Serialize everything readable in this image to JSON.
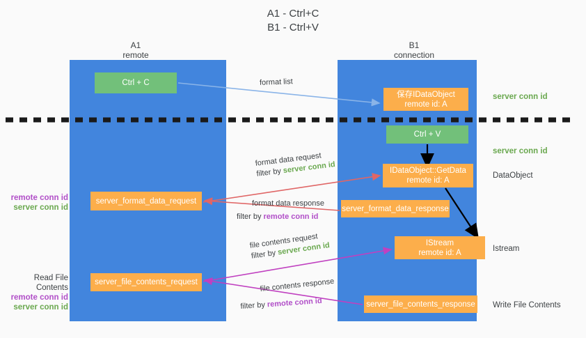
{
  "title": {
    "line1": "A1 - Ctrl+C",
    "line2": "B1 - Ctrl+V"
  },
  "columns": [
    {
      "name": "A1",
      "sub": "remote"
    },
    {
      "name": "B1",
      "sub": "connection"
    }
  ],
  "colors": {
    "lane": "#4285dd",
    "green_box": "#72c07a",
    "orange_box": "#fcae4b",
    "server_conn_id": "#6aa84f",
    "remote_conn_id": "#b14fc8",
    "arrow_light_blue": "#8ab4e8",
    "arrow_red": "#e06666",
    "arrow_magenta": "#c040c0",
    "arrow_black": "#000000",
    "background": "#fafafa",
    "text": "#3c4043"
  },
  "boxes": {
    "ctrl_c": {
      "label": "Ctrl + C",
      "color": "green"
    },
    "save_idataobject": {
      "line1": "保存IDataObject",
      "line2": "remote id: A",
      "color": "orange"
    },
    "ctrl_v": {
      "label": "Ctrl + V",
      "color": "green"
    },
    "getdata": {
      "line1": "IDataObject::GetData",
      "line2": "remote id: A",
      "color": "orange"
    },
    "server_format_data_request": {
      "label": "server_format_data_request",
      "color": "orange"
    },
    "server_format_data_response": {
      "label": "server_format_data_response",
      "color": "orange"
    },
    "istream": {
      "line1": "IStream",
      "line2": "remote id: A",
      "color": "orange"
    },
    "server_file_contents_request": {
      "label": "server_file_contents_request",
      "color": "orange"
    },
    "server_file_contents_response": {
      "label": "server_file_contents_response",
      "color": "orange"
    }
  },
  "right_labels": {
    "server_conn_id_top": "server conn id",
    "server_conn_id_mid": "server conn id",
    "dataobject": "DataObject",
    "istream": "Istream",
    "write_file_contents": "Write File Contents"
  },
  "left_labels": {
    "mid": {
      "remote": "remote conn id",
      "server": "server conn id"
    },
    "low": {
      "heading": "Read File Contents",
      "remote": "remote conn id",
      "server": "server conn id"
    }
  },
  "flows": {
    "format_list": {
      "text": "format list"
    },
    "format_data_request": {
      "text": "format data request",
      "filter_prefix": "filter by ",
      "filter_value": "server conn id",
      "filter_color": "green"
    },
    "format_data_response": {
      "text": "format data response",
      "filter_prefix": "filter by ",
      "filter_value": "remote conn id",
      "filter_color": "purple"
    },
    "file_contents_request": {
      "text": "file contents request",
      "filter_prefix": "filter by ",
      "filter_value": "server conn id",
      "filter_color": "green"
    },
    "file_contents_response": {
      "text": "file contents response",
      "filter_prefix": "filter by ",
      "filter_value": "remote conn id",
      "filter_color": "purple"
    }
  }
}
